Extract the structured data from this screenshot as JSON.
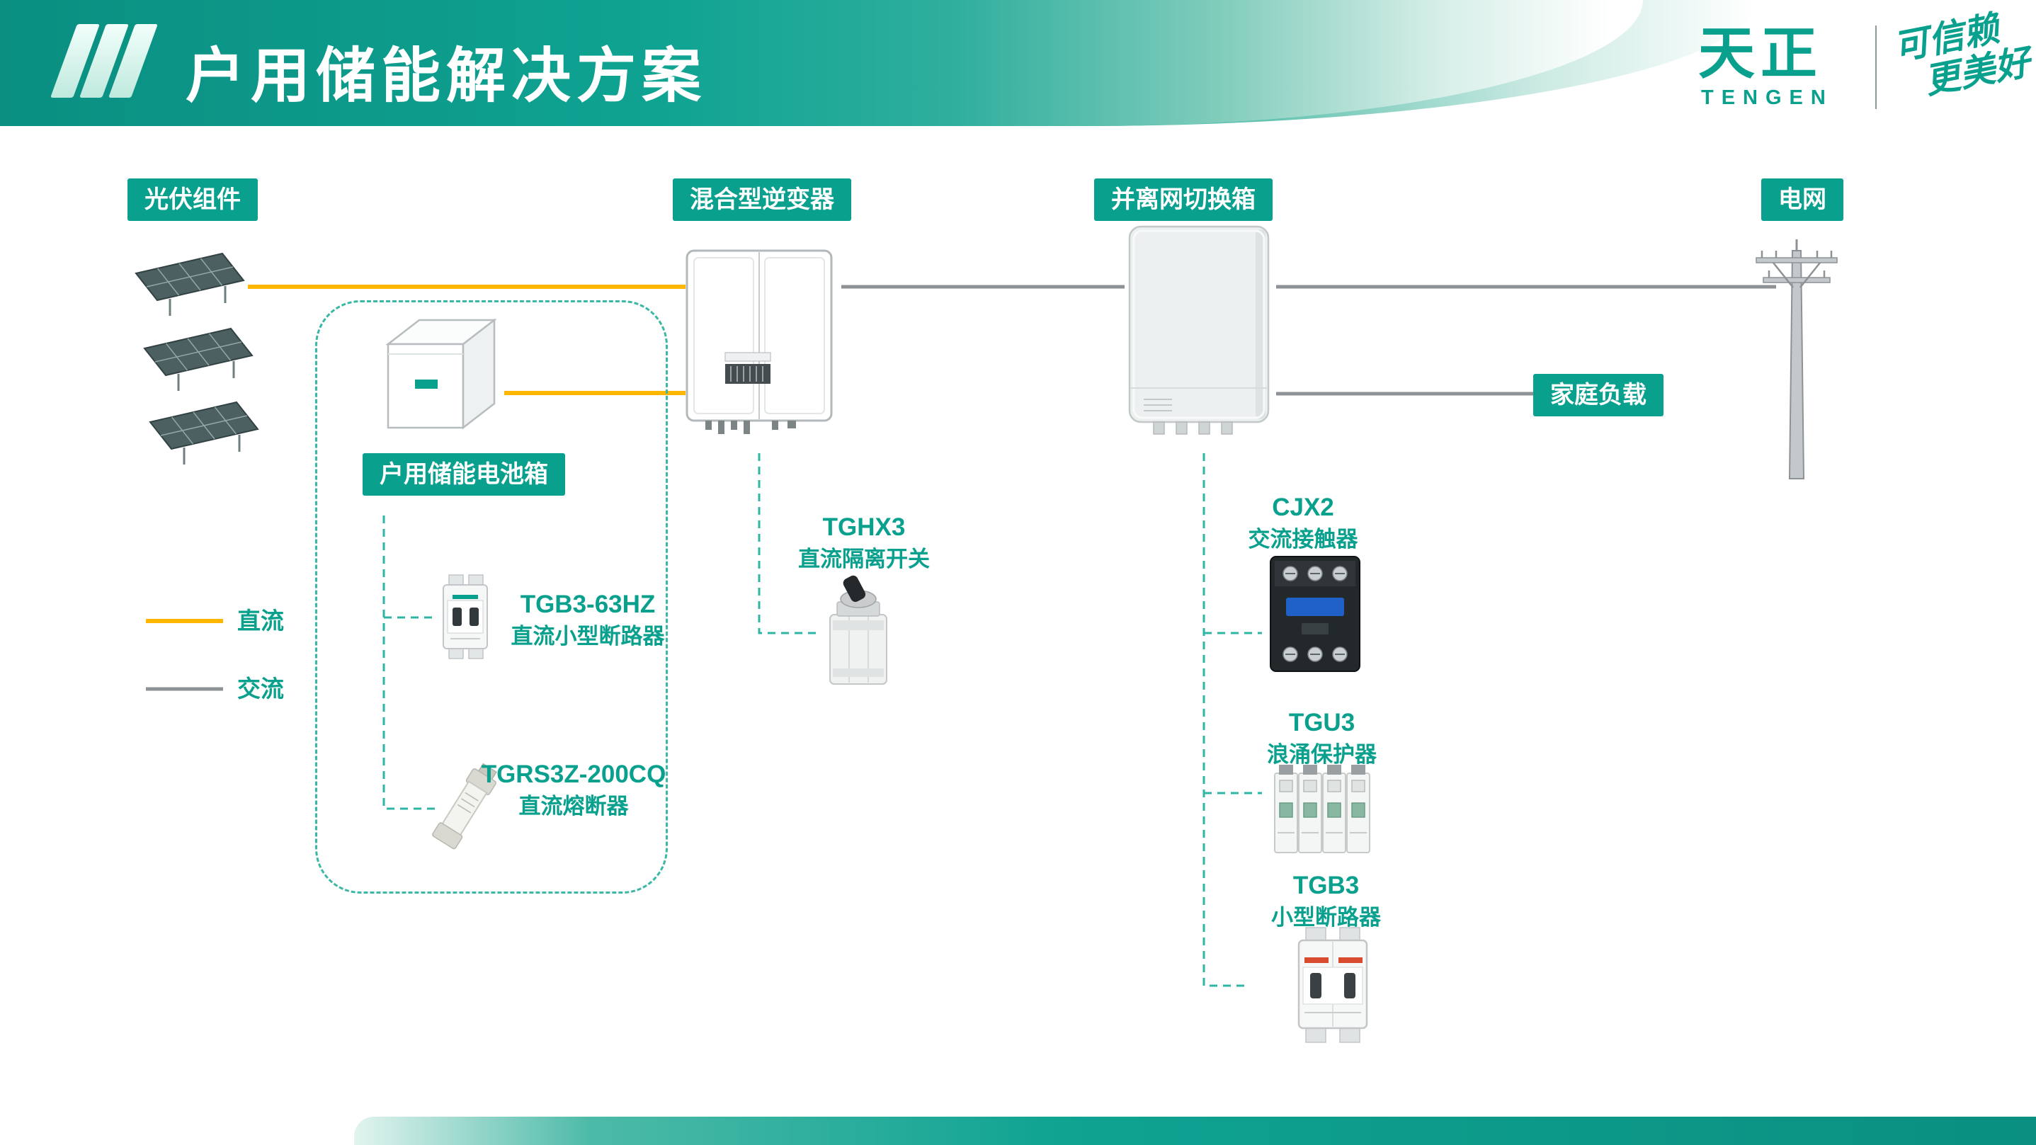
{
  "header": {
    "title": "户用储能解决方案",
    "brand": {
      "name": "天正",
      "latin": "TENGEN",
      "slogan_line1": "可信赖",
      "slogan_line2": "更美好"
    }
  },
  "badges": {
    "pv_modules": "光伏组件",
    "hybrid_inverter": "混合型逆变器",
    "grid_switch_box": "并离网切换箱",
    "power_grid": "电网",
    "home_load": "家庭负载",
    "battery_box": "户用储能电池箱"
  },
  "legend": {
    "dc_label": "直流",
    "ac_label": "交流"
  },
  "products": {
    "dc_mini_breaker": {
      "model": "TGB3-63HZ",
      "name": "直流小型断路器"
    },
    "dc_fuse": {
      "model": "TGRS3Z-200CQ",
      "name": "直流熔断器"
    },
    "dc_isolator": {
      "model": "TGHX3",
      "name": "直流隔离开关"
    },
    "ac_contactor": {
      "model": "CJX2",
      "name": "交流接触器"
    },
    "surge_protector": {
      "model": "TGU3",
      "name": "浪涌保护器"
    },
    "mini_breaker": {
      "model": "TGB3",
      "name": "小型断路器"
    }
  },
  "colors": {
    "brand_teal": "#0aa08e",
    "dc_line_yellow": "#ffb600",
    "ac_line_gray": "#8d9296",
    "dashed_connector_teal": "#2eb5a3"
  }
}
